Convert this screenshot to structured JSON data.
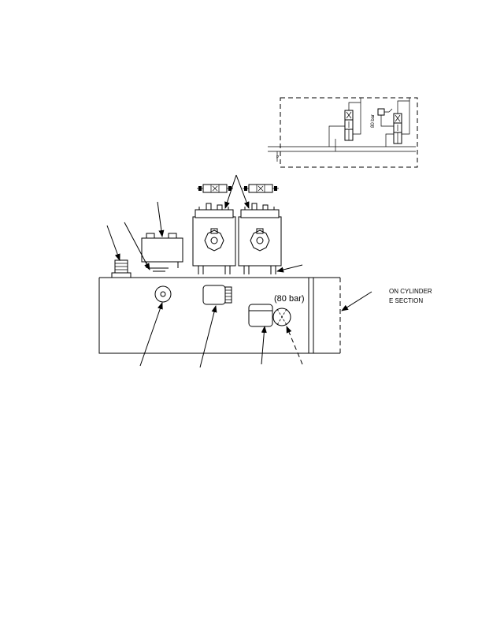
{
  "labels": {
    "pressure_setting": "(80 bar)",
    "schematic_pressure": "80 bar",
    "callout_line_1": "ON CYLINDER",
    "callout_line_2": "E SECTION"
  }
}
